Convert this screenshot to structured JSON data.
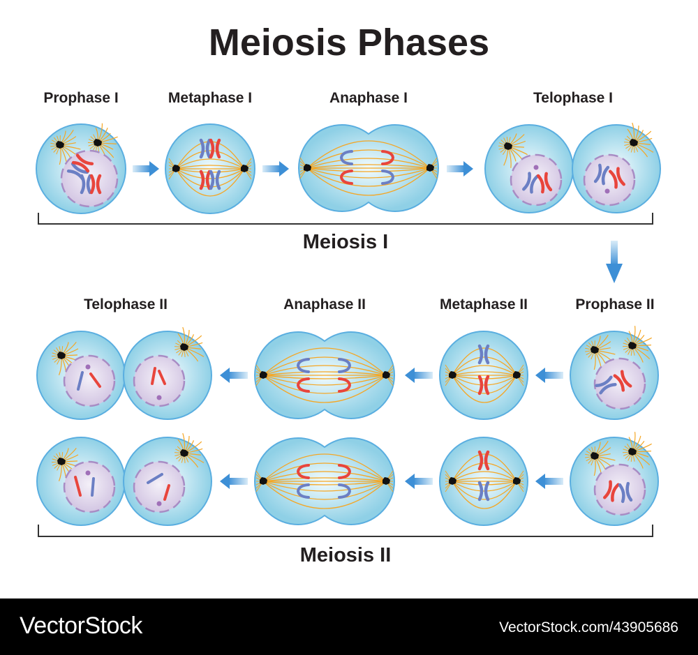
{
  "title": "Meiosis Phases",
  "meiosis1": {
    "label": "Meiosis I",
    "stages": [
      "Prophase I",
      "Metaphase I",
      "Anaphase I",
      "Telophase I"
    ]
  },
  "meiosis2": {
    "label": "Meiosis II",
    "stages": [
      "Telophase II",
      "Anaphase II",
      "Metaphase II",
      "Prophase II"
    ]
  },
  "footer": {
    "brand": "VectorStock",
    "url": "VectorStock.com/43905686"
  },
  "colors": {
    "cell_edge": "#5aaee0",
    "nucleus": "#ddd3ea",
    "chromosome_blue": "#6b7fc4",
    "chromosome_red": "#e8453c",
    "spindle": "#f5a623",
    "arrow": "#3d8fd6"
  }
}
